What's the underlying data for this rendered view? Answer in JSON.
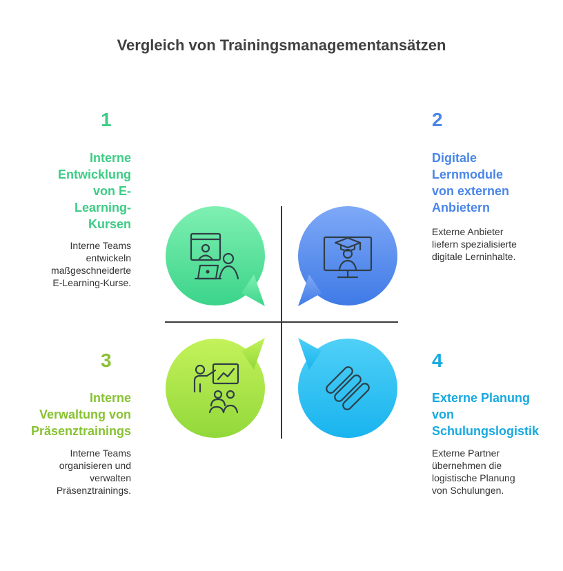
{
  "title": "Vergleich von Trainingsmanagementansätzen",
  "quadrants": [
    {
      "number": "1",
      "heading": "Interne Entwicklung von E-Learning-Kursen",
      "heading_lines": [
        "Interne",
        "Entwicklung",
        "von E-",
        "Learning-",
        "Kursen"
      ],
      "description_lines": [
        "Interne Teams",
        "entwickeln",
        "maßgeschneiderte",
        "E-Learning-Kurse."
      ],
      "color": "#3dcc86",
      "icon": "video-call-laptop-icon"
    },
    {
      "number": "2",
      "heading": "Digitale Lernmodule von externen Anbietern",
      "heading_lines": [
        "Digitale",
        "Lernmodule",
        "von externen",
        "Anbietern"
      ],
      "description_lines": [
        "Externe Anbieter",
        "liefern spezialisierte",
        "digitale Lerninhalte."
      ],
      "color": "#4a86e8",
      "icon": "graduation-monitor-icon"
    },
    {
      "number": "3",
      "heading": "Interne Verwaltung von Präsenztrainings",
      "heading_lines": [
        "Interne",
        "Verwaltung von",
        "Präsenztrainings"
      ],
      "description_lines": [
        "Interne Teams",
        "organisieren und",
        "verwalten",
        "Präsenztrainings."
      ],
      "color": "#88c233",
      "icon": "presenter-audience-icon"
    },
    {
      "number": "4",
      "heading": "Externe Planung von Schulungslogistik",
      "heading_lines": [
        "Externe Planung",
        "von",
        "Schulungslogistik"
      ],
      "description_lines": [
        "Externe Partner",
        "übernehmen die",
        "logistische Planung",
        "von Schulungen."
      ],
      "color": "#18a9e0",
      "icon": "logistics-links-icon"
    }
  ]
}
